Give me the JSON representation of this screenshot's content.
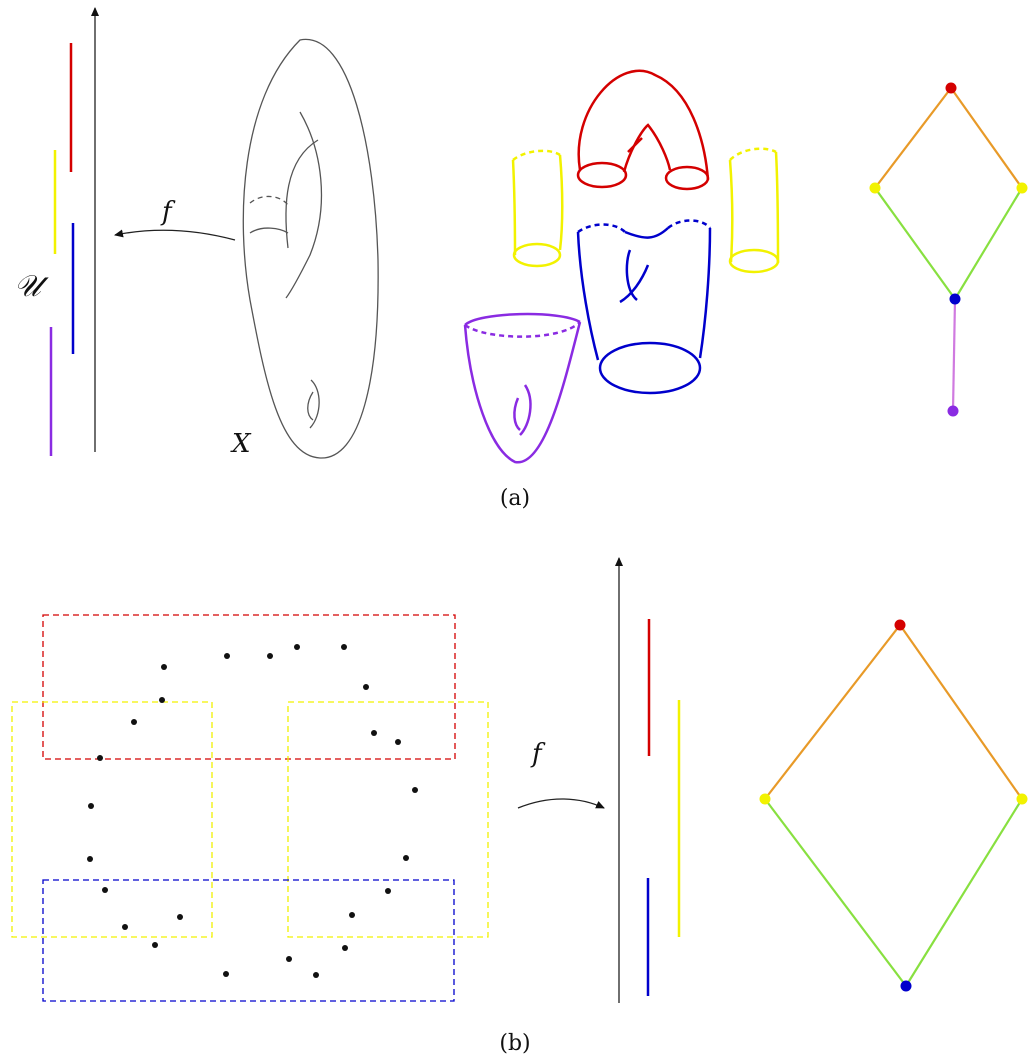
{
  "panel_a": {
    "caption": "(a)",
    "axis_label": "𝒰",
    "map_label": "f",
    "surface_label": "X"
  },
  "panel_b": {
    "caption": "(b)",
    "map_label": "f"
  },
  "colors": {
    "red": "#d40000",
    "yellow": "#f2f200",
    "blue": "#0000cc",
    "purple": "#8a2be2",
    "orange": "#e89a28",
    "green": "#88e040",
    "lilac": "#d07ae0",
    "ink": "#222222"
  }
}
